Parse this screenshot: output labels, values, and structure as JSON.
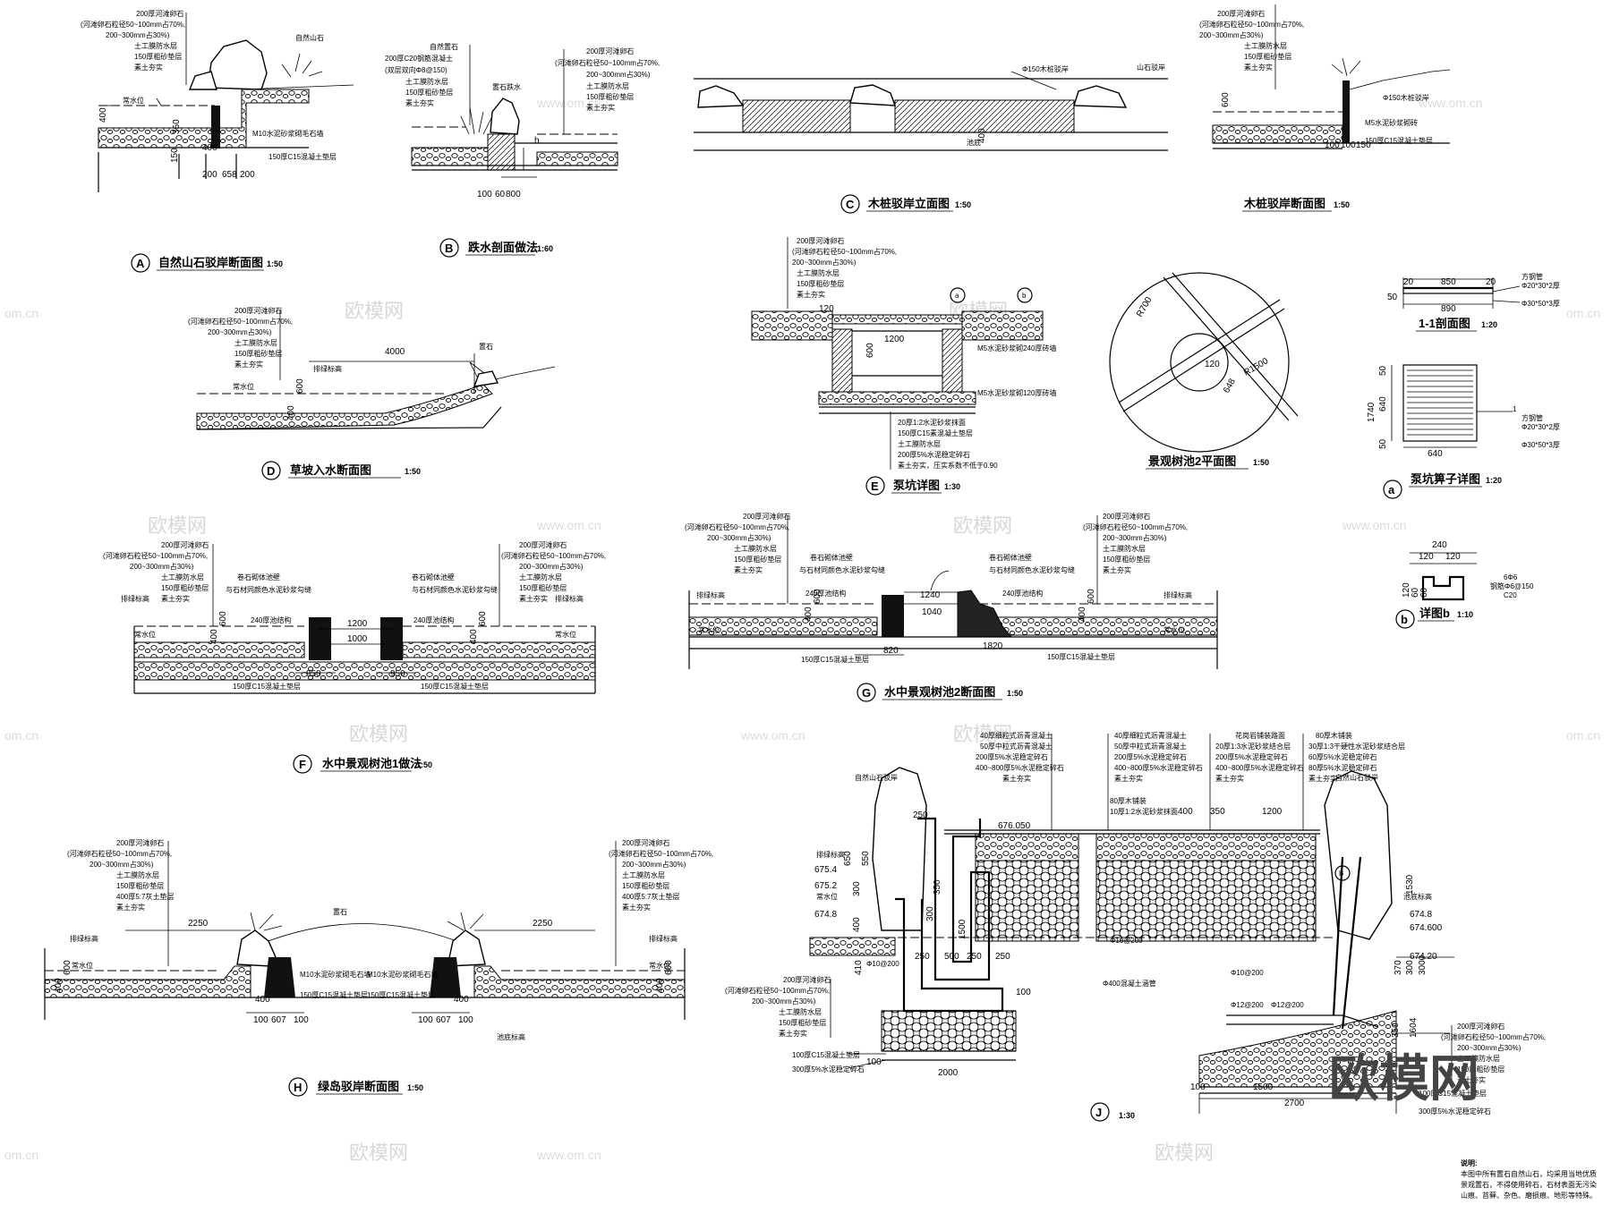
{
  "watermarks": {
    "logo_text": "欧模网",
    "url_text": "www.om.cn",
    "edge_text": "om.cn"
  },
  "drawing_A": {
    "badge": "A",
    "title": "自然山石驳岸断面图",
    "scale": "1:50",
    "layers": [
      "200厚河滩卵石",
      "(河滩卵石粒径50~100mm占70%,",
      "200~300mm占30%)",
      "土工膜防水层",
      "150厚粗砂垫层",
      "素土夯实"
    ],
    "callouts": [
      "自然山石",
      "常水位",
      "M10水泥砂浆砌毛石墙",
      "150厚C15混凝土垫层"
    ],
    "dims": [
      "200",
      "658",
      "200",
      "400",
      "350",
      "150",
      "400"
    ]
  },
  "drawing_B": {
    "badge": "B",
    "title": "跌水剖面做法",
    "scale": "1:60",
    "left_layers": [
      "自然置石",
      "200厚C20钢筋混凝土",
      "(双层双向Φ8@150)",
      "土工膜防水层",
      "150厚粗砂垫层",
      "素土夯实"
    ],
    "right_layers": [
      "200厚河滩卵石",
      "(河滩卵石粒径50~100mm占70%,",
      "200~300mm占30%)",
      "土工膜防水层",
      "150厚粗砂垫层",
      "素土夯实"
    ],
    "callouts": [
      "置石跌水"
    ],
    "dims": [
      "100",
      "60",
      "800",
      "h"
    ]
  },
  "drawing_C": {
    "badge": "C",
    "title": "木桩驳岸立面图",
    "scale": "1:50",
    "callouts": [
      "Φ150木桩驳岸",
      "山石驳岸",
      "池底"
    ],
    "dims": [
      "400"
    ]
  },
  "drawing_wood_section": {
    "title": "木桩驳岸断面图",
    "scale": "1:50",
    "layers": [
      "200厚河滩卵石",
      "(河滩卵石粒径50~100mm占70%,",
      "200~300mm占30%)",
      "土工膜防水层",
      "150厚粗砂垫层",
      "素土夯实"
    ],
    "callouts": [
      "Φ150木桩驳岸",
      "M5水泥砂浆砌砖",
      "150厚C15混凝土垫层"
    ],
    "dims": [
      "600",
      "600",
      "100",
      "100",
      "150"
    ]
  },
  "drawing_D": {
    "badge": "D",
    "title": "草坡入水断面图",
    "scale": "1:50",
    "layers": [
      "200厚河滩卵石",
      "(河滩卵石粒径50~100mm占70%,",
      "200~300mm占30%)",
      "土工膜防水层",
      "150厚粗砂垫层",
      "素土夯实"
    ],
    "callouts": [
      "置石",
      "排绿标高",
      "常水位"
    ],
    "dims": [
      "4000",
      "400",
      "600"
    ]
  },
  "drawing_E": {
    "badge": "E",
    "title": "泵坑详图",
    "scale": "1:30",
    "layers_top": [
      "200厚河滩卵石",
      "(河滩卵石粒径50~100mm占70%,",
      "200~300mm占30%)",
      "土工膜防水层",
      "150厚粗砂垫层",
      "素土夯实"
    ],
    "layers_bottom": [
      "20厚1:2水泥砂浆抹面",
      "150厚C15素混凝土垫层",
      "土工膜防水层",
      "200厚5%水泥稳定碎石",
      "素土夯实，压实系数不低于0.90"
    ],
    "callouts": [
      "M5水泥砂浆砌240厚砖墙",
      "M5水泥砂浆砌120厚砖墙"
    ],
    "dims": [
      "120",
      "1200",
      "600"
    ],
    "bubbles": [
      "a",
      "b"
    ]
  },
  "drawing_plan2": {
    "title": "景观树池2平面图",
    "scale": "1:50",
    "dims": [
      "R700",
      "R1500",
      "120",
      "648"
    ]
  },
  "drawing_1_1": {
    "title": "1-1剖面图",
    "scale": "1:20",
    "dims": [
      "20",
      "850",
      "20",
      "890",
      "50"
    ],
    "notes": [
      "方钢管",
      "Φ20*30*2厚",
      "Φ30*50*3厚"
    ]
  },
  "drawing_a": {
    "badge": "a",
    "title": "泵坑箅子详图",
    "scale": "1:20",
    "dims": [
      "640",
      "640",
      "50",
      "50",
      "1740"
    ],
    "notes": [
      "方钢管",
      "Φ20*30*2厚",
      "Φ30*50*3厚"
    ],
    "marker": "1"
  },
  "drawing_b": {
    "badge": "b",
    "title": "详图b",
    "scale": "1:10",
    "dims": [
      "240",
      "120",
      "120",
      "120",
      "60",
      "60"
    ],
    "notes": [
      "6Φ6",
      "钢筋Φ6@150",
      "C20"
    ]
  },
  "drawing_F": {
    "badge": "F",
    "title": "水中景观树池1做法",
    "scale": "1:50",
    "layers": [
      "200厚河滩卵石",
      "(河滩卵石粒径50~100mm占70%,",
      "200~300mm占30%)",
      "土工膜防水层",
      "150厚粗砂垫层",
      "素土夯实"
    ],
    "callouts": [
      "排绿标高",
      "常水位",
      "卷石砌体池壁",
      "与石材同颜色水泥砂浆勾缝",
      "240厚池结构",
      "150厚C15混凝土垫层"
    ],
    "dims": [
      "1200",
      "1000",
      "950",
      "950",
      "400",
      "600"
    ]
  },
  "drawing_G": {
    "badge": "G",
    "title": "水中景观树池2断面图",
    "scale": "1:50",
    "layers": [
      "200厚河滩卵石",
      "(河滩卵石粒径50~100mm占70%,",
      "200~300mm占30%)",
      "土工膜防水层",
      "150厚粗砂垫层",
      "素土夯实"
    ],
    "callouts": [
      "卷石砌体池壁",
      "与石材同颜色水泥砂浆勾缝",
      "240厚池结构",
      "排绿标高",
      "常水位",
      "150厚C15混凝土垫层"
    ],
    "dims": [
      "1240",
      "1040",
      "820",
      "1820",
      "400",
      "600"
    ]
  },
  "drawing_H": {
    "badge": "H",
    "title": "绿岛驳岸断面图",
    "scale": "1:50",
    "layers_left": [
      "200厚河滩卵石",
      "(河滩卵石粒径50~100mm占70%,",
      "200~300mm占30%)",
      "土工膜防水层",
      "150厚粗砂垫层",
      "400厚5:7灰土垫层",
      "素土夯实"
    ],
    "layers_right": [
      "200厚河滩卵石",
      "(河滩卵石粒径50~100mm占70%,",
      "200~300mm占30%)",
      "土工膜防水层",
      "150厚粗砂垫层",
      "400厚5:7灰土垫层",
      "素土夯实"
    ],
    "callouts": [
      "置石",
      "排绿标高",
      "常水位",
      "M10水泥砂浆砌毛石墙",
      "150厚C15混凝土垫层",
      "池底标高"
    ],
    "dims": [
      "2250",
      "2250",
      "400",
      "600",
      "100",
      "607",
      "100",
      "400",
      "100",
      "607",
      "100",
      "400"
    ]
  },
  "drawing_J": {
    "badge": "J",
    "scale": "1:30",
    "top_layers_left": [
      "40厚细粒式沥青混凝土",
      "50厚中粒式沥青混凝土",
      "200厚5%水泥稳定碎石",
      "400~800厚5%水泥稳定碎石",
      "素土夯实"
    ],
    "top_layers_mid": [
      "40厚细粒式沥青混凝土",
      "50厚中粒式沥青混凝土",
      "200厚5%水泥稳定碎石",
      "400~800厚5%水泥稳定碎石",
      "素土夯实"
    ],
    "top_layers_right": [
      "花岗岩铺装路面",
      "20厚1:3水泥砂浆结合层",
      "200厚5%水泥稳定碎石",
      "400~800厚5%水泥稳定碎石",
      "素土夯实"
    ],
    "top_layers_far": [
      "80厚木铺装",
      "30厚1:3干硬性水泥砂浆结合层",
      "60厚5%水泥稳定碎石",
      "80厚5%水泥稳定碎石",
      "素土夯实"
    ],
    "callouts": [
      "自然山石驳岸",
      "自然山石驳岸",
      "80厚木铺装",
      "10厚1:2水泥砂浆抹面",
      "排绿标高",
      "常水位",
      "池底标高",
      "Φ400混凝土涵管"
    ],
    "elevations": [
      "676.050",
      "675.4",
      "675.2",
      "674.8",
      "674.8",
      "674.600",
      "674.20"
    ],
    "bottom_layers": [
      "200厚河滩卵石",
      "(河滩卵石粒径50~100mm占70%,",
      "200~300mm占30%)",
      "土工膜防水层",
      "150厚粗砂垫层",
      "素土夯实"
    ],
    "bottom_bedding": [
      "100厚C15混凝土垫层",
      "300厚5%水泥稳定碎石"
    ],
    "right_layers": [
      "200厚河滩卵石",
      "(河滩卵石粒径50~100mm占70%,",
      "200~300mm占30%)",
      "土工膜防水层",
      "150厚粗砂垫层",
      "素土夯实"
    ],
    "right_bedding": [
      "100厚C15混凝土垫层",
      "300厚5%水泥稳定碎石"
    ],
    "rebar": [
      "Φ10@200",
      "Φ10@200",
      "Φ10@200",
      "Φ12@200",
      "Φ12@200"
    ],
    "dims": [
      "250",
      "650",
      "550",
      "300",
      "300",
      "400",
      "410",
      "250",
      "350",
      "1500",
      "500",
      "250",
      "250",
      "2000",
      "100",
      "100",
      "400",
      "350",
      "1200",
      "1530",
      "300",
      "3000",
      "370",
      "1604",
      "350",
      "100",
      "1500",
      "2700"
    ],
    "bubble": "B"
  },
  "notes": {
    "title": "说明:",
    "lines": [
      "本图中所有置石自然山石，均采用当地优质",
      "景观置石，不得使用碎石，石材表面无污染",
      "山痕、苔藓、杂色、磨损痕、地形等特殊。"
    ]
  },
  "colors": {
    "ink": "#000000",
    "paper": "#ffffff",
    "watermark": "#d8d8d8",
    "logo": "#444444"
  }
}
